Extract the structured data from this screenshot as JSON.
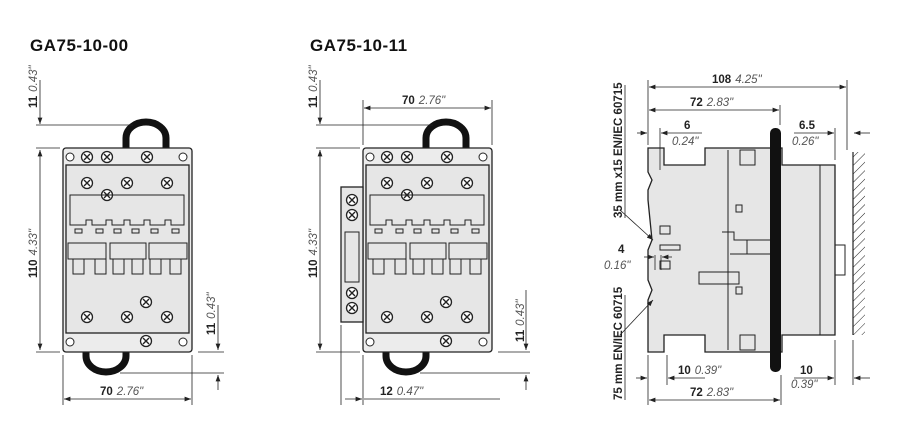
{
  "titles": {
    "left": "GA75-10-00",
    "middle": "GA75-10-11"
  },
  "front_view": {
    "top_offset": {
      "mm": "11",
      "in": "0.43\""
    },
    "height": {
      "mm": "110",
      "in": "4.33\""
    },
    "bottom_offset": {
      "mm": "11",
      "in": "0.43\""
    },
    "width": {
      "mm": "70",
      "in": "2.76\""
    }
  },
  "front_view_aux": {
    "top_offset": {
      "mm": "11",
      "in": "0.43\""
    },
    "height": {
      "mm": "110",
      "in": "4.33\""
    },
    "width": {
      "mm": "70",
      "in": "2.76\""
    },
    "bottom_offset": {
      "mm": "11",
      "in": "0.43\""
    },
    "aux_width": {
      "mm": "12",
      "in": "0.47\""
    }
  },
  "side_view": {
    "total_depth": {
      "mm": "108",
      "in": "4.25\""
    },
    "depth_top": {
      "mm": "72",
      "in": "2.83\""
    },
    "rail_offset": {
      "mm": "6",
      "in": "0.24\""
    },
    "wall_gap_top": {
      "mm": "6.5",
      "in": "0.26\""
    },
    "slot": {
      "mm": "4",
      "in": "0.16\""
    },
    "rail_offset_bottom": {
      "mm": "10",
      "in": "0.39\""
    },
    "depth_bottom": {
      "mm": "72",
      "in": "2.83\""
    },
    "wall_gap_bottom": {
      "mm": "10",
      "in": "0.39\""
    },
    "rail_35": "35 mm x15 EN/IEC 60715",
    "rail_75": "75 mm EN/IEC 60715"
  }
}
